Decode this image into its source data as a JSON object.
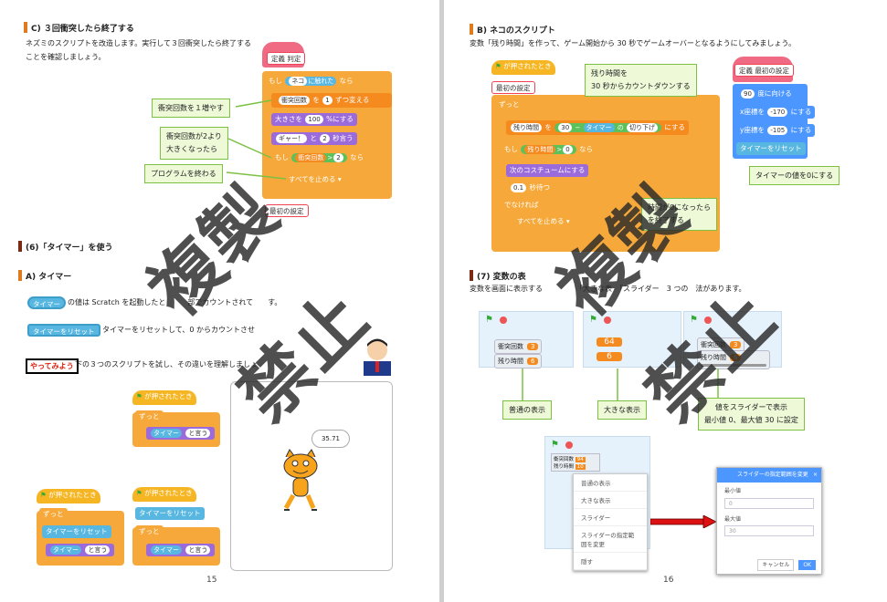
{
  "left_page": {
    "section_c": {
      "heading": "C) ３回衝突したら終了する",
      "para1": "ネズミのスクリプトを改造します。実行して３回衝突したら終了する",
      "para2": "ことを確認しましょう。"
    },
    "script_c": {
      "define": "定義 判定",
      "if": "もし",
      "touch": "ネコ",
      "touch_suffix": "に触れた",
      "then": "なら",
      "change": "衝突回数",
      "change_mid": "を",
      "change_val": "1",
      "change_suffix": "ずつ変える",
      "size": "大きさを",
      "size_val": "100",
      "size_suffix": "%にする",
      "say": "ギャー！",
      "say_mid": "と",
      "say_val": "2",
      "say_suffix": "秒言う",
      "if2": "もし",
      "cmp_var": "衝突回数",
      "cmp_op": ">",
      "cmp_val": "2",
      "then2": "なら",
      "stop": "すべてを止める",
      "call_init": "最初の設定"
    },
    "callouts": {
      "increment": "衝突回数を１増やす",
      "over2_l1": "衝突回数が2より",
      "over2_l2": "大きくなったら",
      "end": "プログラムを終わる"
    },
    "section6_heading": "(6)「タイマー」を使う",
    "section_a": {
      "heading": "A) タイマー",
      "timer_block": "タイマー",
      "timer_desc": "の値は Scratch を起動したと",
      "timer_desc2": "部でカウントされて",
      "timer_desc3": "す。",
      "reset_block": "タイマーをリセット",
      "reset_desc": "タイマーをリセットして、0 からカウントさせ",
      "try_label": "やってみよう",
      "try_desc": "下の３つのスクリプトを試し、その違いを理解しましょ"
    },
    "scripts_a": {
      "flag_clicked": "が押されたとき",
      "forever": "ずっと",
      "timer": "タイマー",
      "say": "と言う",
      "reset": "タイマーをリセット"
    },
    "stage_bubble": "35.71",
    "page_number": "15",
    "watermark_line1": "複製",
    "watermark_line2": "禁止"
  },
  "right_page": {
    "section_b": {
      "heading": "B) ネコのスクリプト",
      "para": "変数「残り時間」を作って、ゲーム開始から 30 秒でゲームオーバーとなるようにしてみましょう。"
    },
    "script_b": {
      "flag_clicked": "が押されたとき",
      "init": "最初の設定",
      "forever": "ずっと",
      "set_var": "残り時間",
      "set_mid": "を",
      "num30": "30",
      "minus": "−",
      "timer": "タイマー",
      "of": "の",
      "floor": "切り下げ",
      "set_suffix": "にする",
      "if": "もし",
      "cmp_var": "残り時間",
      "cmp_op": ">",
      "cmp_val": "0",
      "then": "なら",
      "next_costume": "次のコスチュームにする",
      "wait_val": "0.1",
      "wait_suffix": "秒待つ",
      "else": "でなければ",
      "stop": "すべてを止める"
    },
    "define_init": {
      "define": "定義 最初の設定",
      "direction_val": "90",
      "direction_suffix": "度に向ける",
      "x_label": "x座標を",
      "x_val": "-170",
      "x_suffix": "にする",
      "y_label": "y座標を",
      "y_val": "-105",
      "y_suffix": "にする",
      "reset": "タイマーをリセット"
    },
    "callouts": {
      "countdown_l1": "残り時間を",
      "countdown_l2": "30 秒からカウントダウンする",
      "timer0": "タイマーの値を0にする",
      "zero_l1": "時間が0になったら",
      "zero_l2": "を終了する"
    },
    "section7": {
      "heading": "(7) 変数の表",
      "para": "変数を画面に表示する",
      "para_b": "「大きな表",
      "para_c": "「スライダー",
      "para_d": "3 つの",
      "para_e": "法があります。"
    },
    "monitors": {
      "var1": "衝突回数",
      "val1": "3",
      "var2": "残り時間",
      "val2": "6",
      "big1": "64",
      "big2": "6",
      "slider_var1": "衝突回数",
      "slider_val1": "3",
      "slider_var2": "残り時間",
      "slider_val2": "6"
    },
    "labels": {
      "normal": "普通の表示",
      "large": "大きな表示",
      "slider_l1": "値をスライダーで表示",
      "slider_l2": "最小値 0、最大値 30 に設定"
    },
    "context_menu": [
      "普通の表示",
      "大きな表示",
      "スライダー",
      "スライダーの指定範囲を変更",
      "隠す"
    ],
    "small_monitor": {
      "var1": "衝突回数",
      "val1": "94",
      "var2": "残り時間",
      "val2": "10"
    },
    "dialog": {
      "title": "スライダーの指定範囲を変更",
      "min_label": "最小値",
      "min_val": "0",
      "max_label": "最大値",
      "max_val": "30",
      "cancel": "キャンセル",
      "ok": "OK"
    },
    "page_number": "16",
    "watermark_line1": "複製",
    "watermark_line2": "禁止"
  },
  "colors": {
    "accent_orange": "#e07a1f",
    "callout_green": "#7cc044",
    "arrow_red": "#d11"
  }
}
